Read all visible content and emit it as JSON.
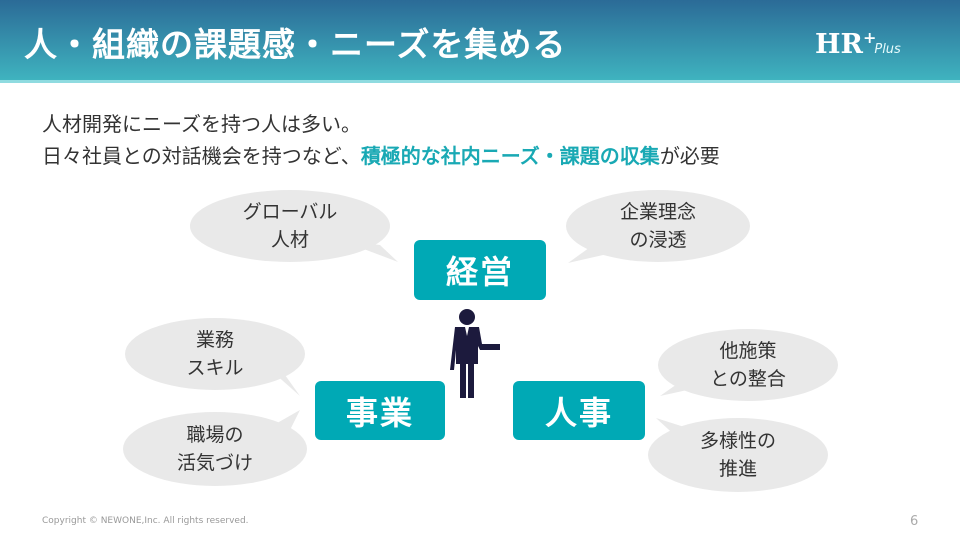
{
  "header": {
    "title": "人・組織の課題感・ニーズを集める",
    "logo_main": "HR",
    "logo_plus": "+",
    "logo_sub": "Plus"
  },
  "lead": {
    "line1": "人材開発にニーズを持つ人は多い。",
    "line2_pre": "日々社員との対話機会を持つなど、",
    "line2_highlight": "積極的な社内ニーズ・課題の収集",
    "line2_post": "が必要"
  },
  "boxes": {
    "management": "経営",
    "business": "事業",
    "hr": "人事"
  },
  "bubbles": {
    "global": [
      "グローバル",
      "人材"
    ],
    "philosophy": [
      "企業理念",
      "の浸透"
    ],
    "skill": [
      "業務",
      "スキル"
    ],
    "workplace": [
      "職場の",
      "活気づけ"
    ],
    "alignment": [
      "他施策",
      "との整合"
    ],
    "diversity": [
      "多様性の",
      "推進"
    ]
  },
  "footer": {
    "copyright": "Copyright © NEWONE,Inc. All rights reserved.",
    "page": "6"
  },
  "colors": {
    "accent": "#00a9b5",
    "bubble": "#e9e9e9",
    "figure": "#1c1a3d"
  }
}
